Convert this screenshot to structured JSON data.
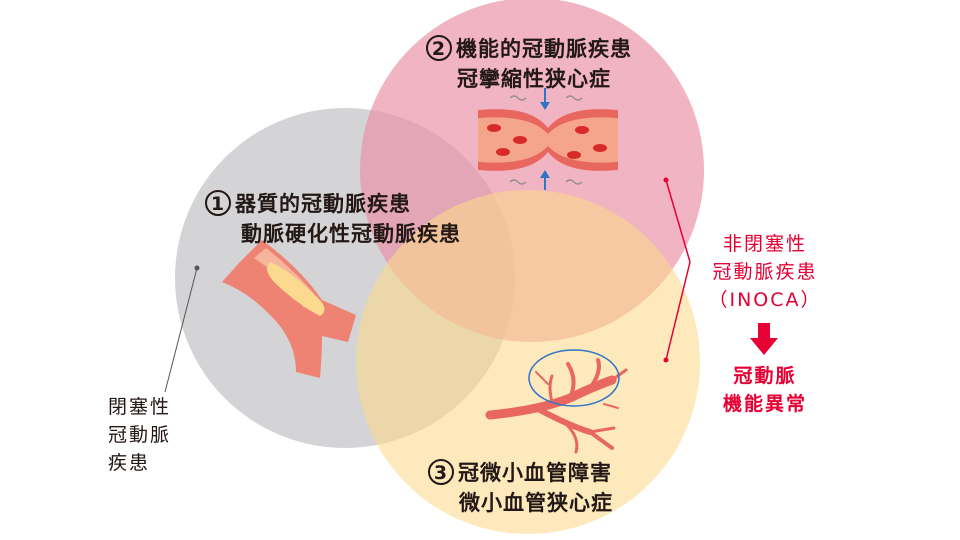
{
  "circles": {
    "organic": {
      "number": "1",
      "line1": "器質的冠動脈疾患",
      "line2": "動脈硬化性冠動脈疾患",
      "color": "#c4c4c6"
    },
    "functional": {
      "number": "2",
      "line1": "機能的冠動脈疾患",
      "line2": "冠攣縮性狭心症",
      "color": "#e991a6"
    },
    "microvascular": {
      "number": "3",
      "line1": "冠微小血管障害",
      "line2": "微小血管狭心症",
      "color": "#fde1a3"
    }
  },
  "obstructive_label": {
    "lines": [
      "閉塞性",
      "冠動脈",
      "疾患"
    ]
  },
  "inoca_label": {
    "lines": [
      "非閉塞性",
      "冠動脈疾患",
      "（INOCA）"
    ],
    "result_lines": [
      "冠動脈",
      "機能異常"
    ],
    "color": "#e60033"
  }
}
